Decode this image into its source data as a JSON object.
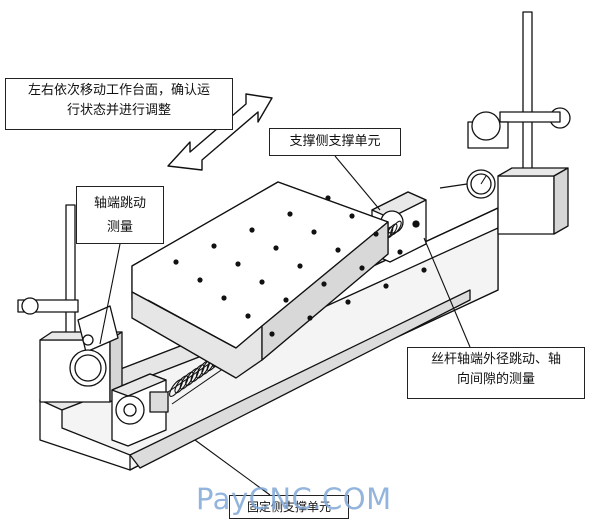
{
  "callouts": {
    "move_table": "左右依次移动工作台面，确认运\n行状态并进行调整",
    "support_unit": "支撑侧支撑单元",
    "axial_runout": "轴端跳动\n测量",
    "screw_measure": "丝杆轴端外径跳动、轴\n向间隙的测量",
    "fixed_unit": "固定侧支撑单元"
  },
  "watermark": "PayCNC.COM",
  "colors": {
    "line": "#111111",
    "fill": "#ffffff",
    "shade": "#cfcfcf",
    "watermark": "#7fa8d8"
  }
}
